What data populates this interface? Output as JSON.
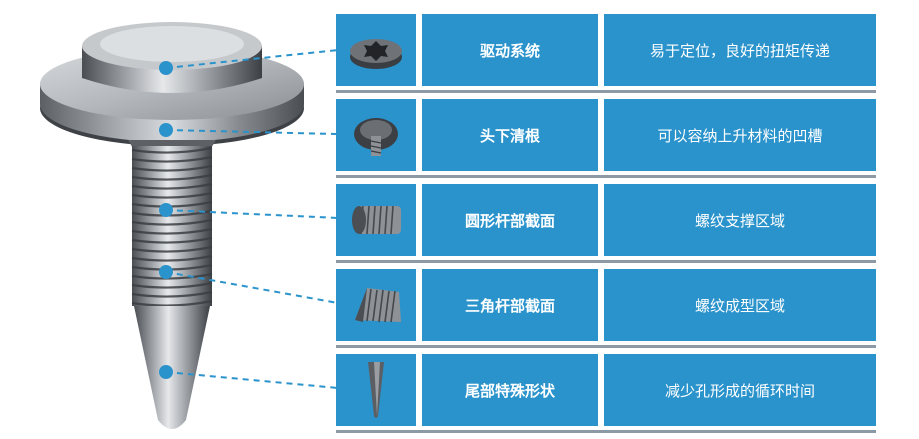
{
  "colors": {
    "panel": "#2a93cc",
    "leader": "#2a93cc",
    "rule": "#8d9aa6",
    "text": "#ffffff"
  },
  "features": [
    {
      "icon": "drive-recess-icon",
      "name": "驱动系统",
      "desc": "易于定位，良好的扭矩传递"
    },
    {
      "icon": "under-head-icon",
      "name": "头下清根",
      "desc": "可以容纳上升材料的凹槽"
    },
    {
      "icon": "round-shank-icon",
      "name": "圆形杆部截面",
      "desc": "螺纹支撑区域"
    },
    {
      "icon": "triangular-shank-icon",
      "name": "三角杆部截面",
      "desc": "螺纹成型区域"
    },
    {
      "icon": "pointed-tip-icon",
      "name": "尾部特殊形状",
      "desc": "减少孔形成的循环时间"
    }
  ]
}
